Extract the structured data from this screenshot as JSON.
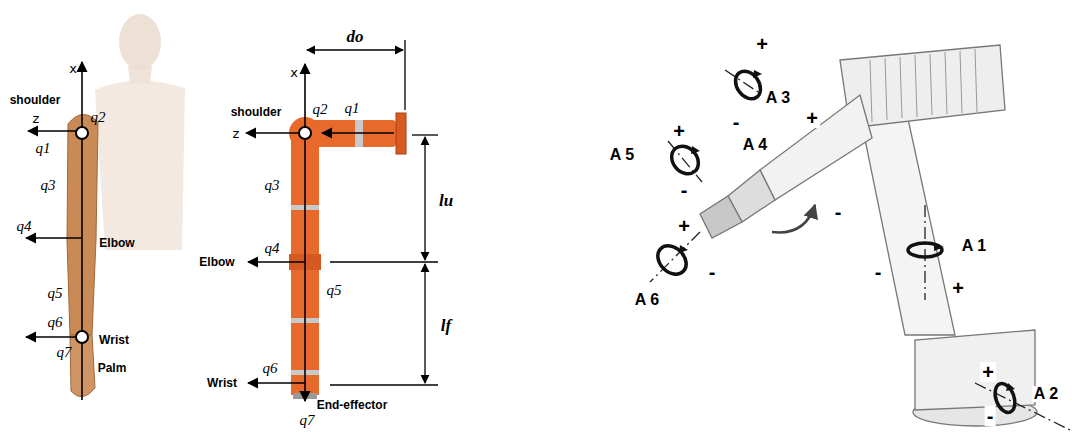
{
  "diagram": {
    "labels": [
      "x",
      "shoulder",
      "z",
      "q2",
      "q1",
      "q3",
      "q4",
      "Elbow",
      "q5",
      "q6",
      "q7",
      "Wrist",
      "Palm",
      "do",
      "x",
      "shoulder",
      "z",
      "q2",
      "q1",
      "q3",
      "lu",
      "q4",
      "Elbow",
      "q5",
      "lf",
      "q6",
      "Wrist",
      "End-effector",
      "q7",
      "+",
      "-",
      "A 3",
      "A 5",
      "+",
      "-",
      "A 4",
      "+",
      "-",
      "A 1",
      "-",
      "+",
      "+",
      "-",
      "A 6",
      "+",
      "-",
      "A 2"
    ]
  }
}
